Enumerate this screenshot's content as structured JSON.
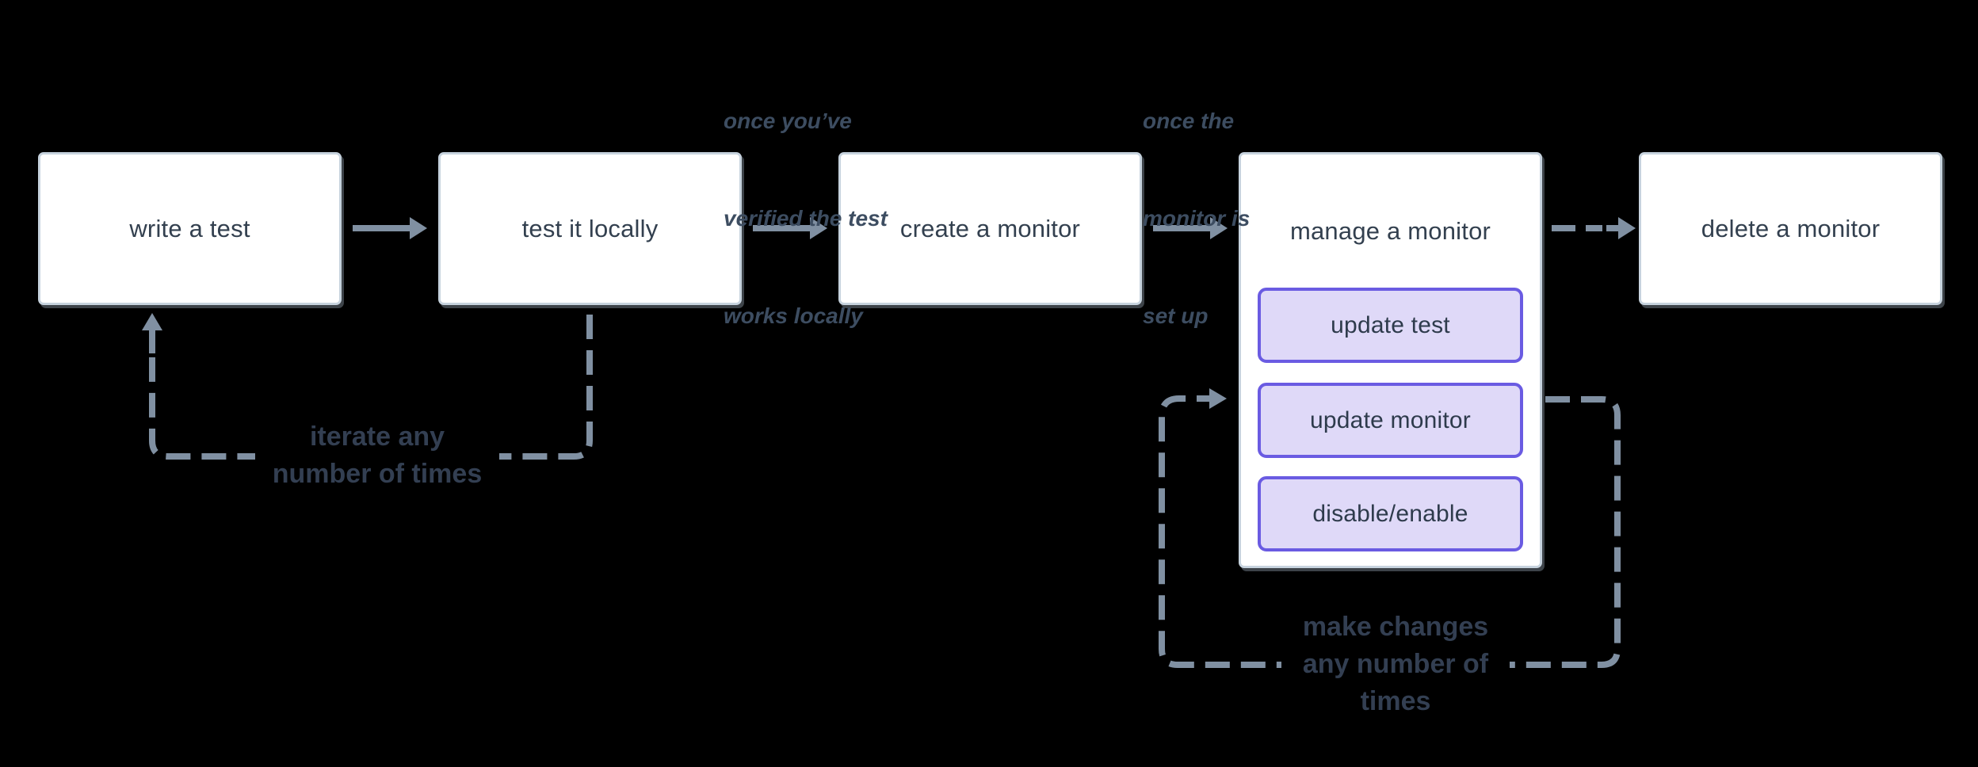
{
  "page": {
    "background": "#000000"
  },
  "colors": {
    "connector_gray": "#8090a2",
    "node_border": "#c7d3de",
    "node_background": "#ffffff",
    "node_text": "#33404f",
    "subnode_border": "#6a5be2",
    "subnode_background": "#dfd9f8",
    "subnode_text": "#2e3b4c",
    "annotation_text": "#3d4d61",
    "loop_label_text": "#333f52"
  },
  "nodes": {
    "write_test": {
      "label": "write a test"
    },
    "test_locally": {
      "label": "test it locally"
    },
    "create_monitor": {
      "label": "create a monitor"
    },
    "manage_monitor": {
      "label": "manage a monitor",
      "children": {
        "update_test": {
          "label": "update test"
        },
        "update_monitor": {
          "label": "update monitor"
        },
        "disable_enable": {
          "label": "disable/enable"
        }
      }
    },
    "delete_monitor": {
      "label": "delete a monitor"
    }
  },
  "annotations": {
    "before_create": {
      "lines": [
        "once you’ve",
        "verified the test",
        "works locally"
      ]
    },
    "before_manage": {
      "lines": [
        "once the",
        "monitor is",
        "set up"
      ]
    }
  },
  "loop_labels": {
    "iterate": {
      "lines": [
        "iterate any",
        "number of times"
      ]
    },
    "make_changes": {
      "lines": [
        "make changes",
        "any number of",
        "times"
      ]
    }
  }
}
